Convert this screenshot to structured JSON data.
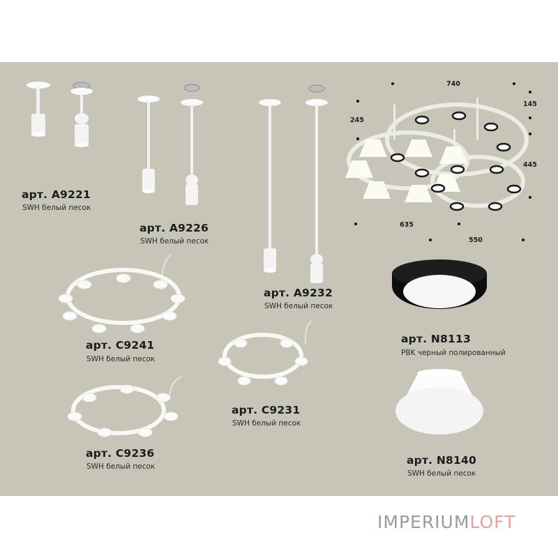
{
  "products": [
    {
      "article": "арт. A9221",
      "finish": "SWH белый песок"
    },
    {
      "article": "арт. A9226",
      "finish": "SWH белый песок"
    },
    {
      "article": "арт. A9232",
      "finish": "SWH белый песок"
    },
    {
      "article": "арт. C9241",
      "finish": "SWH белый песок"
    },
    {
      "article": "арт. C9231",
      "finish": "SWH белый песок"
    },
    {
      "article": "арт. C9236",
      "finish": "SWH белый песок"
    },
    {
      "article": "арт. N8113",
      "finish": "PBK черный полированный"
    },
    {
      "article": "арт. N8140",
      "finish": "SWH белый песок"
    }
  ],
  "dimensions": {
    "width_top": "740",
    "height_top_right": "145",
    "height_left": "245",
    "height_right": "445",
    "width_bottom_left": "635",
    "width_bottom_right": "550"
  },
  "brand": {
    "part1": "IMPERIUM",
    "part2": "LOFT",
    "color1": "#9a9a9a",
    "color2": "#e0a3a3"
  },
  "colors": {
    "panel_bg": "#c6c5b7",
    "page_bg": "#ffffff"
  }
}
